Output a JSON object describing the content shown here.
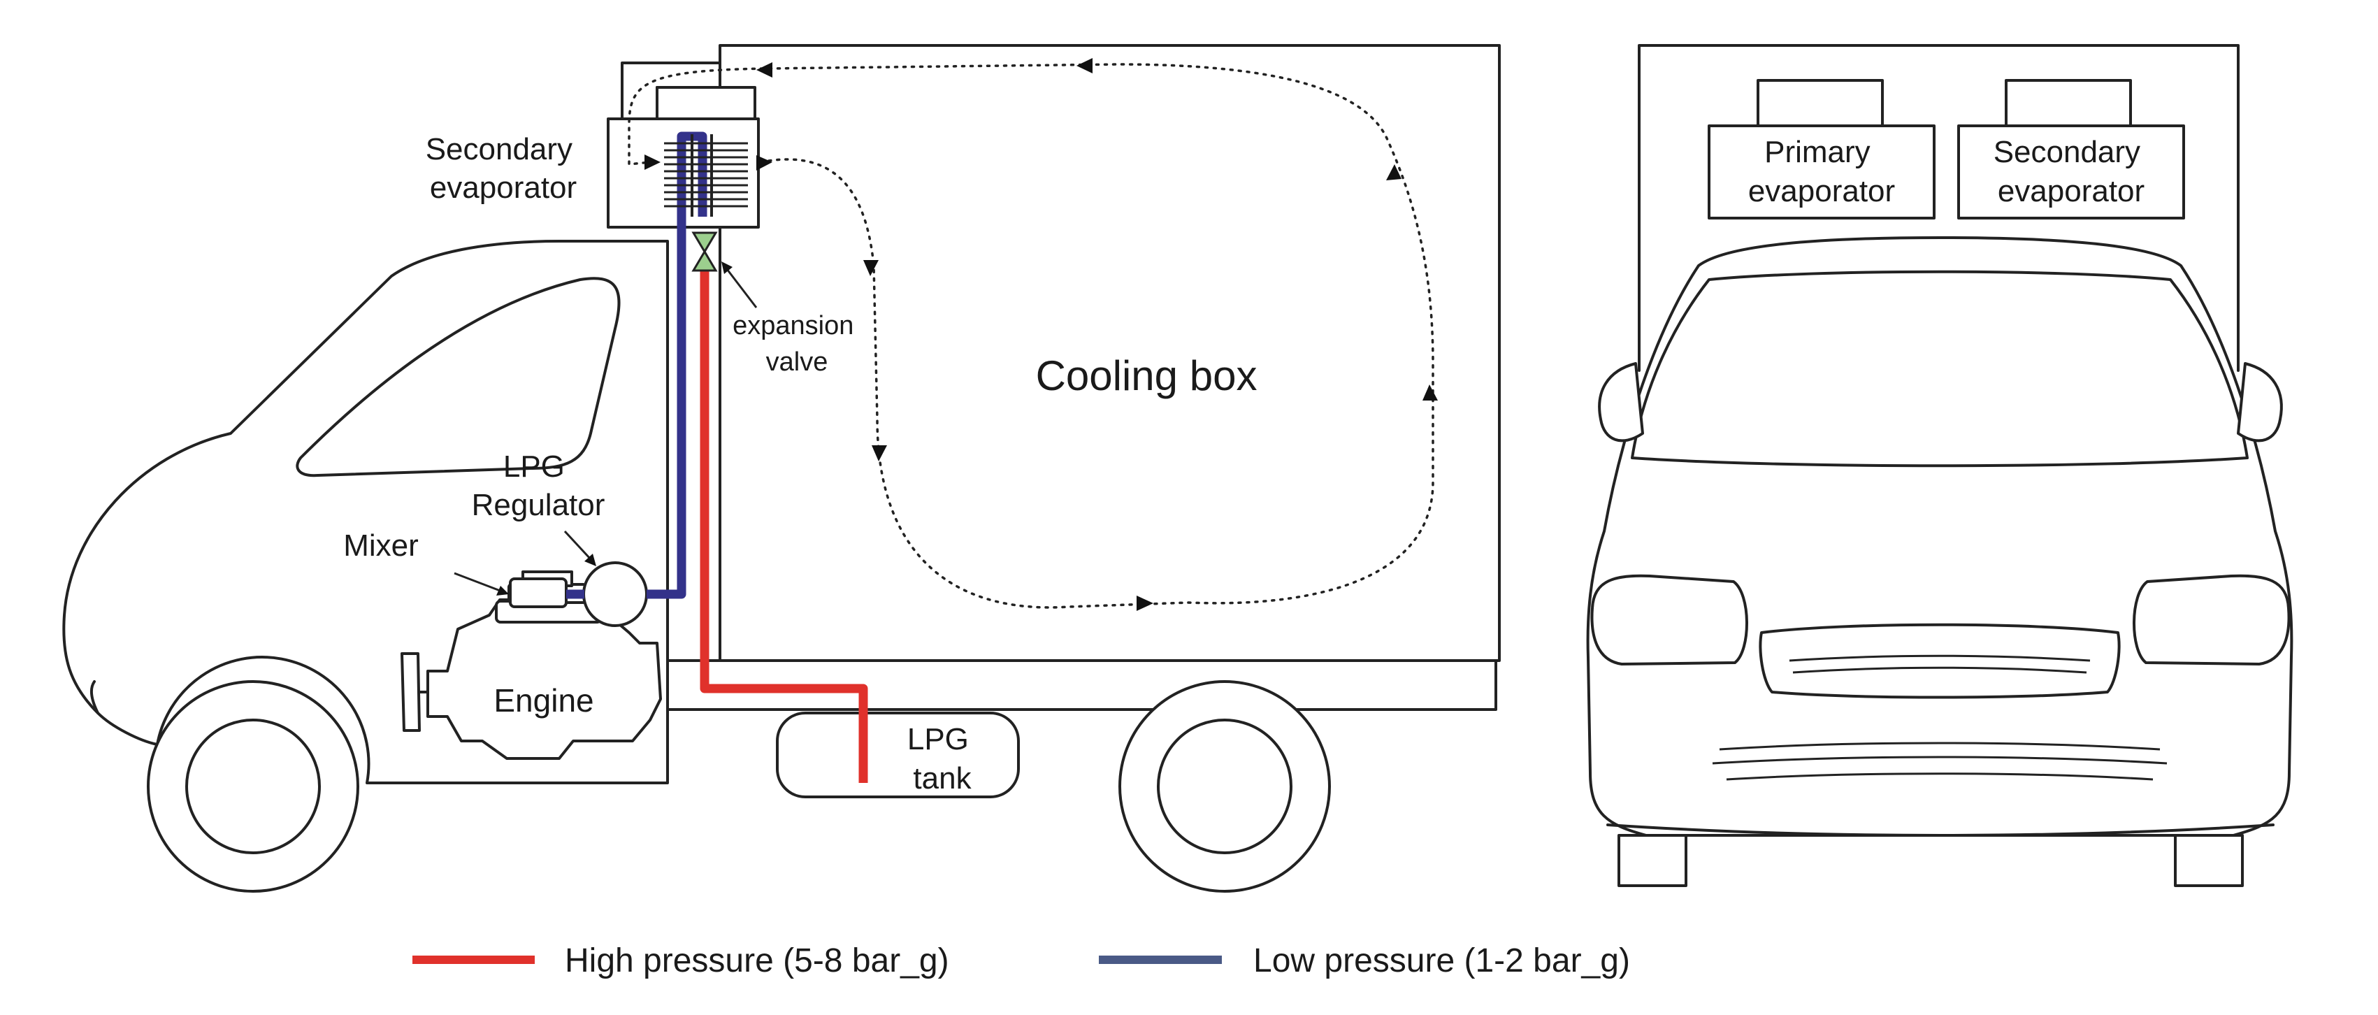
{
  "labels": {
    "secondary_evaporator_side": [
      "Secondary",
      "evaporator"
    ],
    "expansion_valve": [
      "expansion",
      "valve"
    ],
    "cooling_box": "Cooling box",
    "lpg_regulator": [
      "LPG",
      "Regulator"
    ],
    "mixer": "Mixer",
    "engine": "Engine",
    "lpg_tank": [
      "LPG",
      "tank"
    ],
    "primary_evaporator_front": [
      "Primary",
      "evaporator"
    ],
    "secondary_evaporator_front": [
      "Secondary",
      "evaporator"
    ]
  },
  "legend": {
    "high_pressure": "High pressure (5-8 bar_g)",
    "low_pressure": "Low pressure (1-2 bar_g)"
  },
  "colors": {
    "high_pressure_line": "#e0312b",
    "low_pressure_line": "#33328a",
    "low_pressure_legend": "#4a5a86",
    "valve_fill": "#9ccf8e",
    "outline": "#222222"
  }
}
